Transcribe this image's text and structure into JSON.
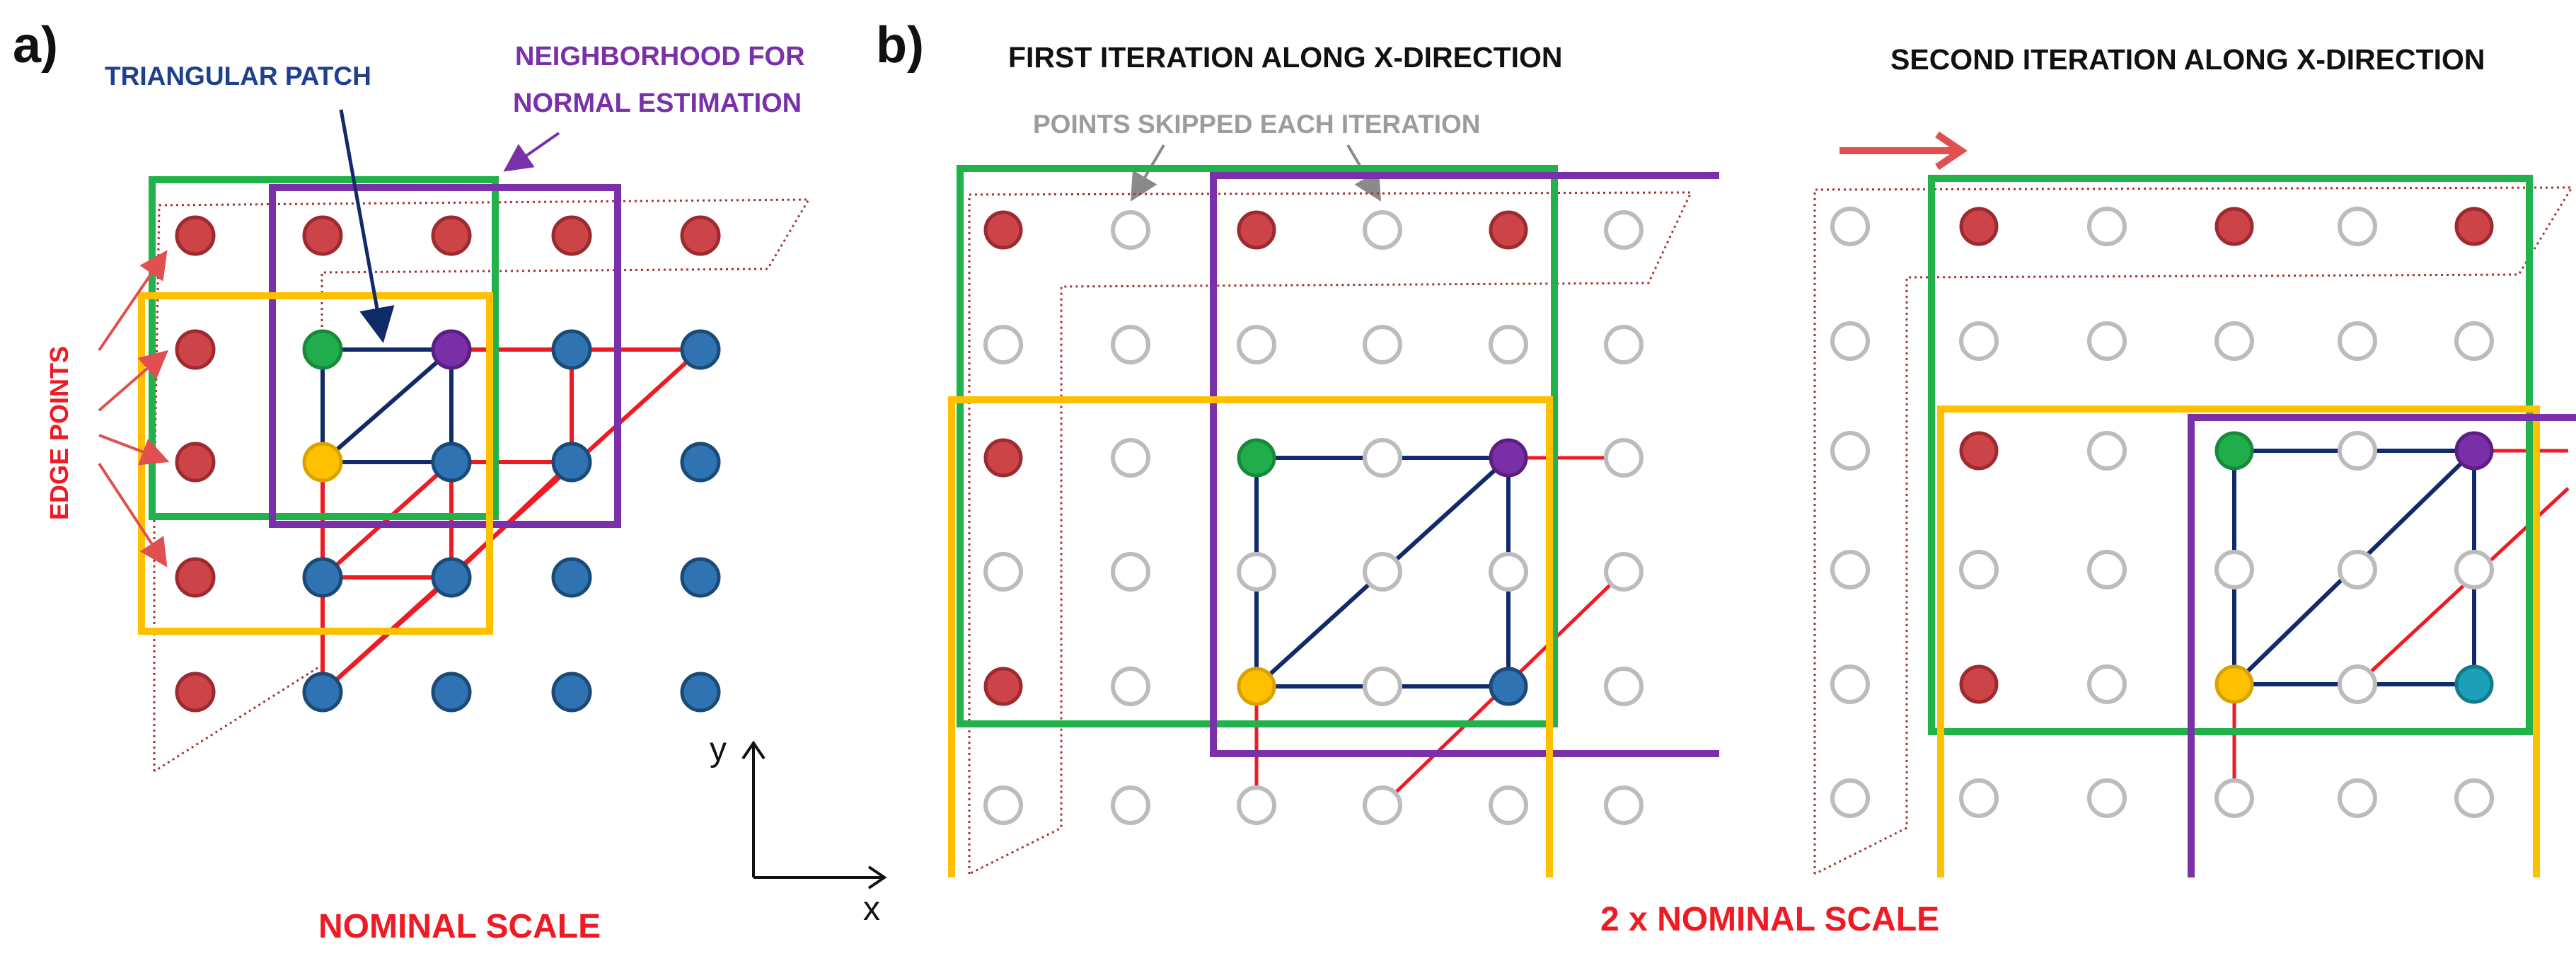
{
  "colors": {
    "edge_point": "#cc4448",
    "edge_point_stroke": "#9c2a2e",
    "inner_point": "#2f73b2",
    "inner_point_stroke": "#1a4a78",
    "green_point": "#21ad4b",
    "purple_point": "#7a2fa8",
    "yellow_point": "#ffc000",
    "teal_point": "#1ca0b8",
    "skipped_point": "#bcbcbc",
    "green_box": "#22b24c",
    "purple_box": "#7a30a8",
    "yellow_box": "#ffc000",
    "red_line": "#ee1b24",
    "navy_line": "#102a6a",
    "dotted_outline": "#a83232",
    "label_red": "#ee1b24",
    "label_navy": "#1f3f8f",
    "label_purple": "#7a30a8",
    "label_gray": "#9c9c9c"
  },
  "panel_a": {
    "tag": "a)",
    "patch_label": "TRIANGULAR PATCH",
    "neighborhood_label_line1": "NEIGHBORHOOD FOR",
    "neighborhood_label_line2": "NORMAL ESTIMATION",
    "edge_label": "EDGE POINTS",
    "axis_y": "y",
    "axis_x": "x",
    "scale_label": "NOMINAL SCALE"
  },
  "panel_b": {
    "tag": "b)",
    "first_title": "FIRST ITERATION ALONG X-DIRECTION",
    "second_title": "SECOND ITERATION ALONG X-DIRECTION",
    "skipped_label": "POINTS SKIPPED EACH ITERATION",
    "scale_label": "2 x NOMINAL SCALE"
  }
}
